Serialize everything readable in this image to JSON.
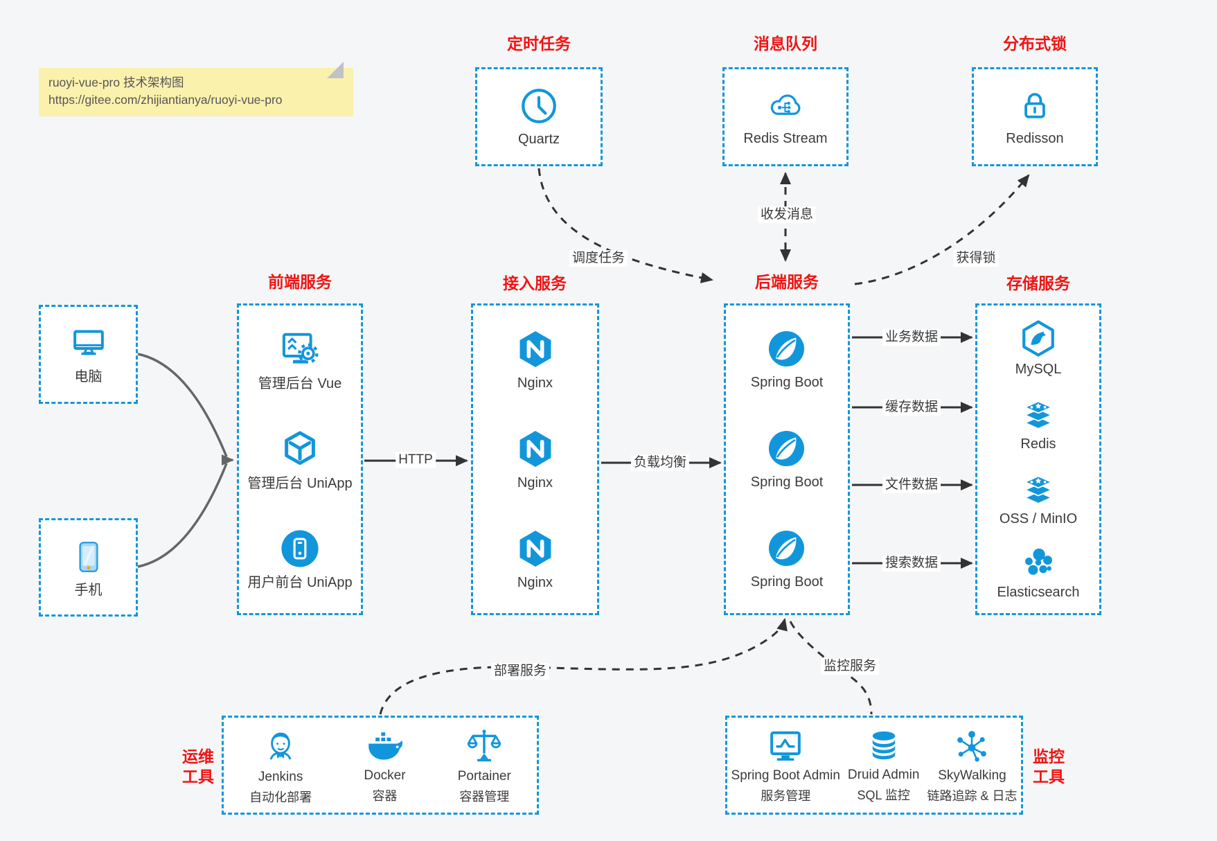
{
  "note": {
    "line1": "ruoyi-vue-pro 技术架构图",
    "line2": "https://gitee.com/zhijiantianya/ruoyi-vue-pro"
  },
  "top_groups": [
    {
      "title": "定时任务",
      "item": {
        "label": "Quartz",
        "icon": "clock-icon"
      }
    },
    {
      "title": "消息队列",
      "item": {
        "label": "Redis Stream",
        "icon": "cloud-stream-icon"
      }
    },
    {
      "title": "分布式锁",
      "item": {
        "label": "Redisson",
        "icon": "lock-icon"
      }
    }
  ],
  "clients": [
    {
      "label": "电脑",
      "icon": "desktop-icon"
    },
    {
      "label": "手机",
      "icon": "smartphone-icon"
    }
  ],
  "columns": [
    {
      "title": "前端服务",
      "items": [
        {
          "label": "管理后台 Vue",
          "icon": "admin-vue-icon"
        },
        {
          "label": "管理后台 UniApp",
          "icon": "uniapp-cube-icon"
        },
        {
          "label": "用户前台 UniApp",
          "icon": "user-app-icon"
        }
      ]
    },
    {
      "title": "接入服务",
      "items": [
        {
          "label": "Nginx",
          "icon": "nginx-icon"
        },
        {
          "label": "Nginx",
          "icon": "nginx-icon"
        },
        {
          "label": "Nginx",
          "icon": "nginx-icon"
        }
      ]
    },
    {
      "title": "后端服务",
      "items": [
        {
          "label": "Spring Boot",
          "icon": "spring-icon"
        },
        {
          "label": "Spring Boot",
          "icon": "spring-icon"
        },
        {
          "label": "Spring Boot",
          "icon": "spring-icon"
        }
      ]
    },
    {
      "title": "存储服务",
      "items": [
        {
          "label": "MySQL",
          "icon": "mysql-icon"
        },
        {
          "label": "Redis",
          "icon": "redis-stack-icon"
        },
        {
          "label": "OSS / MinIO",
          "icon": "oss-stack-icon"
        },
        {
          "label": "Elasticsearch",
          "icon": "elasticsearch-icon"
        }
      ]
    }
  ],
  "edge_labels": {
    "http": "HTTP",
    "load_balance": "负载均衡",
    "schedule": "调度任务",
    "message": "收发消息",
    "lock": "获得锁",
    "business": "业务数据",
    "cache": "缓存数据",
    "file": "文件数据",
    "search": "搜索数据",
    "deploy": "部署服务",
    "monitor": "监控服务"
  },
  "bottom_groups": [
    {
      "title_line1": "运维",
      "title_line2": "工具",
      "items": [
        {
          "name": "Jenkins",
          "desc": "自动化部署",
          "icon": "jenkins-icon"
        },
        {
          "name": "Docker",
          "desc": "容器",
          "icon": "docker-icon"
        },
        {
          "name": "Portainer",
          "desc": "容器管理",
          "icon": "portainer-icon"
        }
      ]
    },
    {
      "title_line1": "监控",
      "title_line2": "工具",
      "items": [
        {
          "name": "Spring Boot Admin",
          "desc": "服务管理",
          "icon": "sba-icon"
        },
        {
          "name": "Druid Admin",
          "desc": "SQL 监控",
          "icon": "druid-icon"
        },
        {
          "name": "SkyWalking",
          "desc": "链路追踪 & 日志",
          "icon": "skywalking-icon"
        }
      ]
    }
  ],
  "colors": {
    "accent_blue": "#1296db",
    "title_red": "#f01414",
    "canvas_bg": "#f5f6f7",
    "note_bg": "#faf1ad",
    "arrow_dark": "#333333",
    "arrow_gray": "#666666"
  }
}
